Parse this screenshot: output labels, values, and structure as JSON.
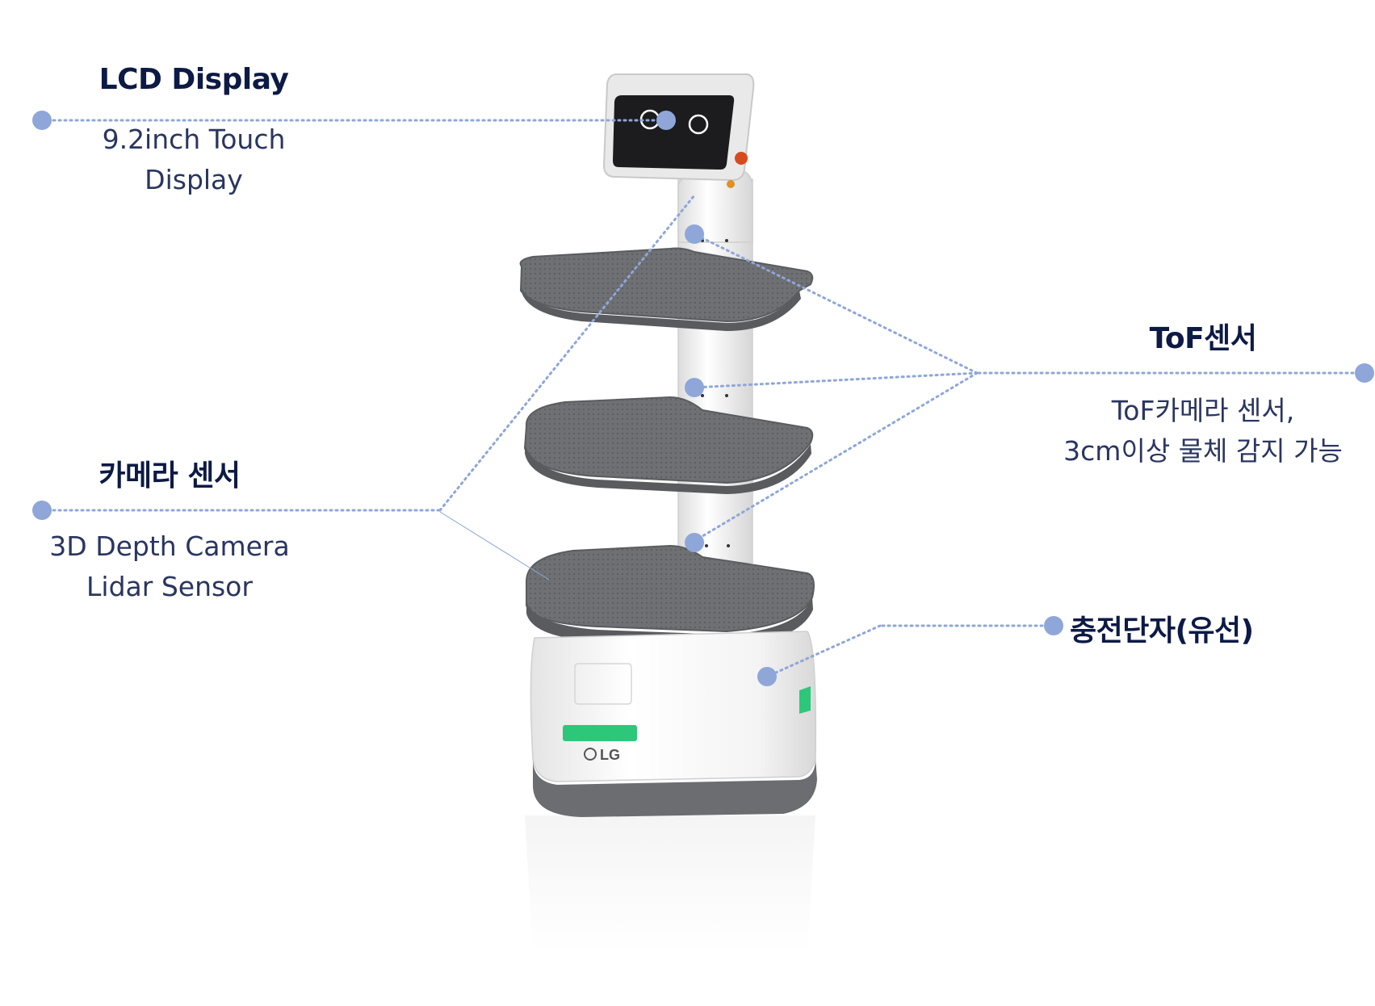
{
  "colors": {
    "leader": "#8fa6d9",
    "title_text": "#0d1a45",
    "desc_text": "#2a3560",
    "tray": "#6b6d70",
    "body": "#f3f3f3",
    "accent_green": "#2dc77a"
  },
  "callouts": {
    "lcd": {
      "title": "LCD Display",
      "desc": [
        "9.2inch Touch",
        "Display"
      ]
    },
    "camera": {
      "title": "카메라 센서",
      "desc": [
        "3D Depth Camera",
        "Lidar Sensor"
      ]
    },
    "tof": {
      "title": "ToF센서",
      "desc": [
        "ToF카메라 센서,",
        "3cm이상 물체 감지 가능"
      ]
    },
    "charging": {
      "title": "충전단자(유선)"
    }
  },
  "robot": {
    "logo": "LG",
    "brand_icon": "lg-logo-icon"
  }
}
